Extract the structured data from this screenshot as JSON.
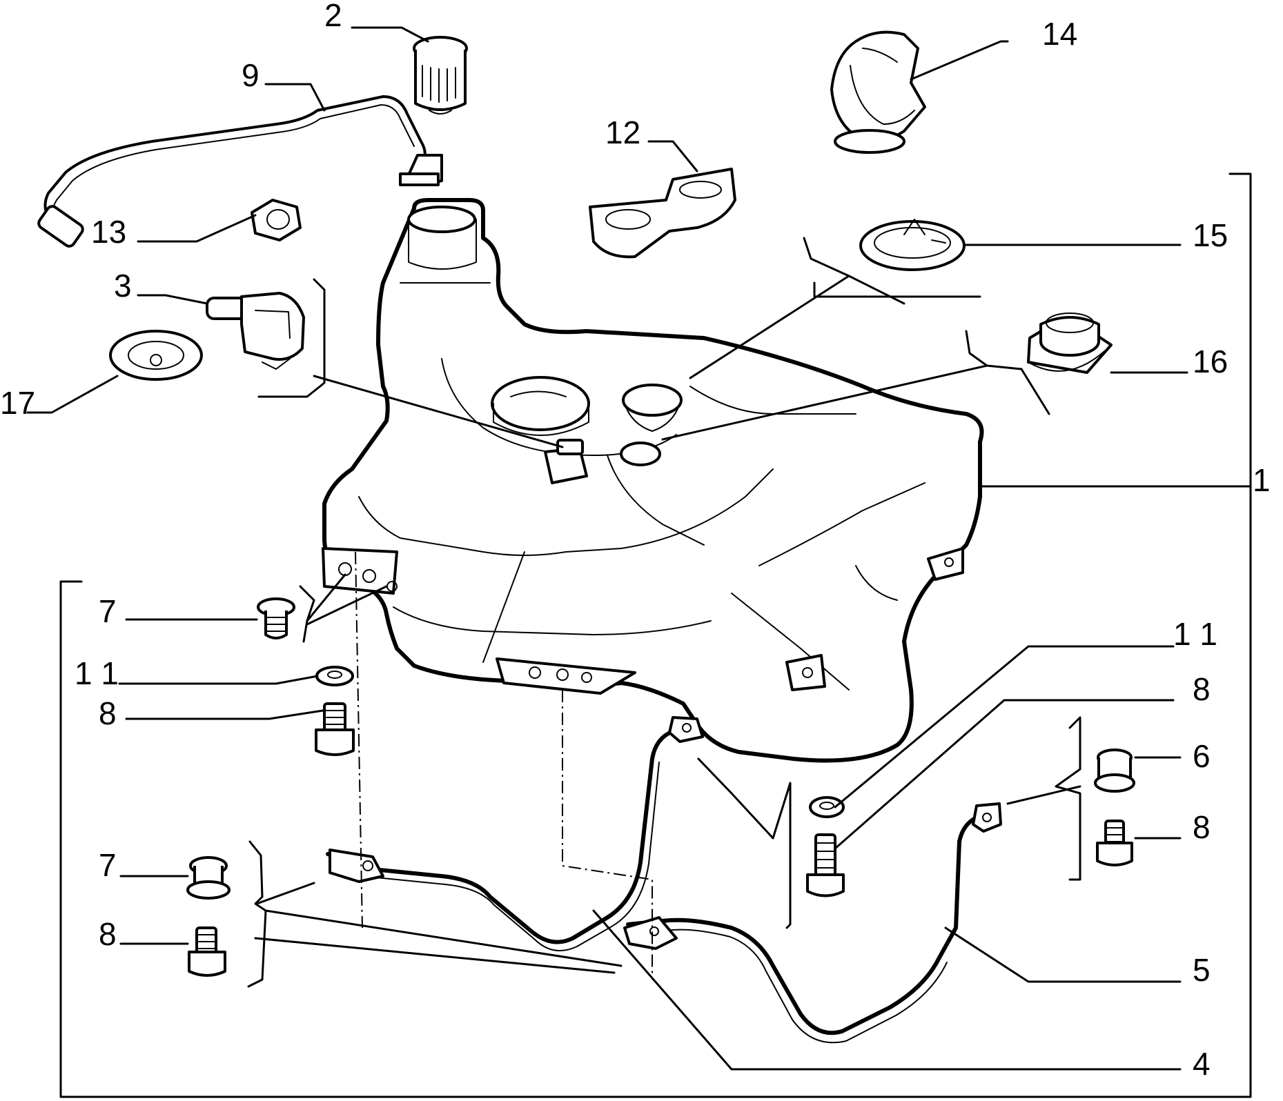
{
  "diagram": {
    "callouts": [
      {
        "id": "label-1",
        "text": "1"
      },
      {
        "id": "label-2",
        "text": "2"
      },
      {
        "id": "label-3",
        "text": "3"
      },
      {
        "id": "label-4",
        "text": "4"
      },
      {
        "id": "label-5",
        "text": "5"
      },
      {
        "id": "label-6",
        "text": "6"
      },
      {
        "id": "label-7a",
        "text": "7"
      },
      {
        "id": "label-7b",
        "text": "7"
      },
      {
        "id": "label-8a",
        "text": "8"
      },
      {
        "id": "label-8b",
        "text": "8"
      },
      {
        "id": "label-8c",
        "text": "8"
      },
      {
        "id": "label-8d",
        "text": "8"
      },
      {
        "id": "label-9",
        "text": "9"
      },
      {
        "id": "label-11a",
        "text": "1 1"
      },
      {
        "id": "label-11b",
        "text": "1 1"
      },
      {
        "id": "label-12",
        "text": "12"
      },
      {
        "id": "label-13",
        "text": "13"
      },
      {
        "id": "label-14",
        "text": "14"
      },
      {
        "id": "label-15",
        "text": "15"
      },
      {
        "id": "label-16",
        "text": "16"
      },
      {
        "id": "label-17",
        "text": "17"
      }
    ]
  }
}
